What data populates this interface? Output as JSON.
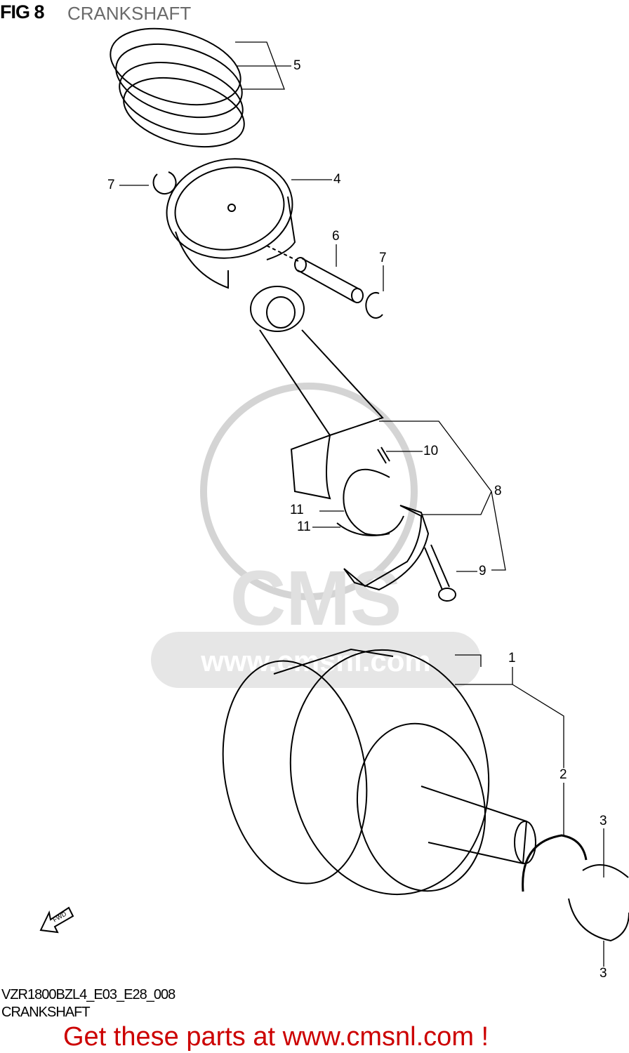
{
  "header": {
    "figure": "FIG 8",
    "subtitle": "CRANKSHAFT"
  },
  "callouts": [
    "5",
    "7",
    "4",
    "6",
    "7",
    "10",
    "8",
    "11",
    "11",
    "9",
    "1",
    "2",
    "3",
    "3"
  ],
  "footer": {
    "code": "VZR1800BZL4_E03_E28_008",
    "name": "CRANKSHAFT",
    "promo": "Get these parts at www.cmsnl.com !"
  },
  "watermark": {
    "text": "CMS",
    "url": "www.cmsnl.com"
  },
  "fwd_label": "FWD",
  "colors": {
    "line": "#000000",
    "promo": "#cc0000",
    "watermark": "#d9d9d9"
  }
}
